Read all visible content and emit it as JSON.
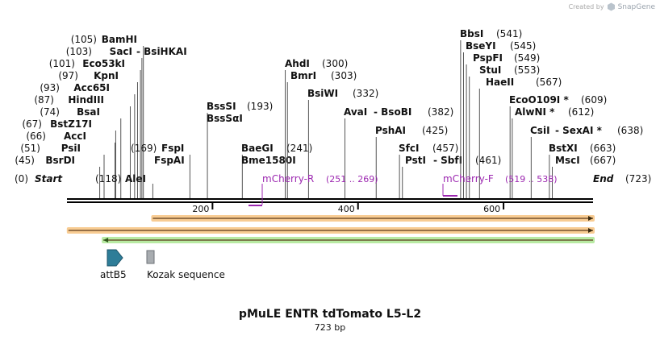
{
  "credit": {
    "prefix": "Created by",
    "brand": "SnapGene"
  },
  "title": "pMuLE ENTR tdTomato L5-L2",
  "length_label": "723 bp",
  "sequence_length": 723,
  "ends": {
    "start_label": "Start",
    "start_pos": "(0)",
    "end_label": "End",
    "end_pos": "(723)"
  },
  "ruler_ticks": [
    200,
    400,
    600
  ],
  "enzymes": [
    {
      "name": "BsrDI",
      "pos": "(45)",
      "site": 45,
      "star": false
    },
    {
      "name": "PsiI",
      "pos": "(51)",
      "site": 51,
      "star": false
    },
    {
      "name": "AccI",
      "pos": "(66)",
      "site": 66,
      "star": false
    },
    {
      "name": "BstZ17I",
      "pos": "(67)",
      "site": 67,
      "star": false
    },
    {
      "name": "BsaI",
      "pos": "(74)",
      "site": 74,
      "star": false
    },
    {
      "name": "HindIII",
      "pos": "(87)",
      "site": 87,
      "star": false
    },
    {
      "name": "Acc65I",
      "pos": "(93)",
      "site": 93,
      "star": false
    },
    {
      "name": "KpnI",
      "pos": "(97)",
      "site": 97,
      "star": false
    },
    {
      "name": "Eco53kI",
      "pos": "(101)",
      "site": 101,
      "star": false
    },
    {
      "name": "SacI",
      "pos": "(103)",
      "site": 103,
      "star": false,
      "alias": "BsiHKAI"
    },
    {
      "name": "BamHI",
      "pos": "(105)",
      "site": 105,
      "star": false
    },
    {
      "name": "AleI",
      "pos": "(118)",
      "site": 118,
      "star": false
    },
    {
      "name": "FspI",
      "pos": "(169)",
      "site": 169,
      "star": false,
      "alias": "FspAI"
    },
    {
      "name": "BssSI",
      "pos": "(193)",
      "site": 193,
      "star": false,
      "alias": "BssSαI"
    },
    {
      "name": "BaeGI",
      "pos": "(241)",
      "site": 241,
      "star": false,
      "alias": "Bme1580I"
    },
    {
      "name": "AhdI",
      "pos": "(300)",
      "site": 300,
      "star": false
    },
    {
      "name": "BmrI",
      "pos": "(303)",
      "site": 303,
      "star": false
    },
    {
      "name": "BsiWI",
      "pos": "(332)",
      "site": 332,
      "star": false
    },
    {
      "name": "AvaI",
      "pos": "(382)",
      "site": 382,
      "star": false,
      "alias": "BsoBI"
    },
    {
      "name": "PshAI",
      "pos": "(425)",
      "site": 425,
      "star": false
    },
    {
      "name": "SfcI",
      "pos": "(457)",
      "site": 457,
      "star": false
    },
    {
      "name": "PstI",
      "pos": "(461)",
      "site": 461,
      "star": false,
      "alias": "SbfI"
    },
    {
      "name": "BbsI",
      "pos": "(541)",
      "site": 541,
      "star": false
    },
    {
      "name": "BseYI",
      "pos": "(545)",
      "site": 545,
      "star": false
    },
    {
      "name": "PspFI",
      "pos": "(549)",
      "site": 549,
      "star": false
    },
    {
      "name": "StuI",
      "pos": "(553)",
      "site": 553,
      "star": false
    },
    {
      "name": "HaeII",
      "pos": "(567)",
      "site": 567,
      "star": false
    },
    {
      "name": "EcoO109I",
      "pos": "(609)",
      "site": 609,
      "star": true
    },
    {
      "name": "AlwNI",
      "pos": "(612)",
      "site": 612,
      "star": true
    },
    {
      "name": "CsiI",
      "pos": "(638)",
      "site": 638,
      "star": false,
      "alias": "SexAI *"
    },
    {
      "name": "BstXI",
      "pos": "(663)",
      "site": 663,
      "star": false
    },
    {
      "name": "MscI",
      "pos": "(667)",
      "site": 667,
      "star": false
    }
  ],
  "primers": [
    {
      "name": "mCherry-R",
      "range": "(251 .. 269)",
      "start": 251,
      "end": 269,
      "direction": "reverse"
    },
    {
      "name": "mCherry-F",
      "range": "(519 .. 538)",
      "start": 519,
      "end": 538,
      "direction": "forward"
    }
  ],
  "features": [
    {
      "name": "attB5",
      "type": "arrow",
      "start": 56,
      "end": 76,
      "color": "#2e7d98"
    },
    {
      "name": "Kozak sequence",
      "type": "box",
      "start": 110,
      "end": 120,
      "color": "#a8acb0"
    }
  ],
  "translation_bars": [
    {
      "start": 118,
      "end": 723,
      "direction": "forward",
      "color": "#f3a33b"
    },
    {
      "start": 2,
      "end": 723,
      "direction": "forward",
      "color": "#f3a33b"
    },
    {
      "start": 50,
      "end": 723,
      "direction": "reverse",
      "color": "#7ed957"
    }
  ],
  "colors": {
    "primer": "#9c27b0",
    "backbone": "#000000",
    "label": "#111111"
  }
}
